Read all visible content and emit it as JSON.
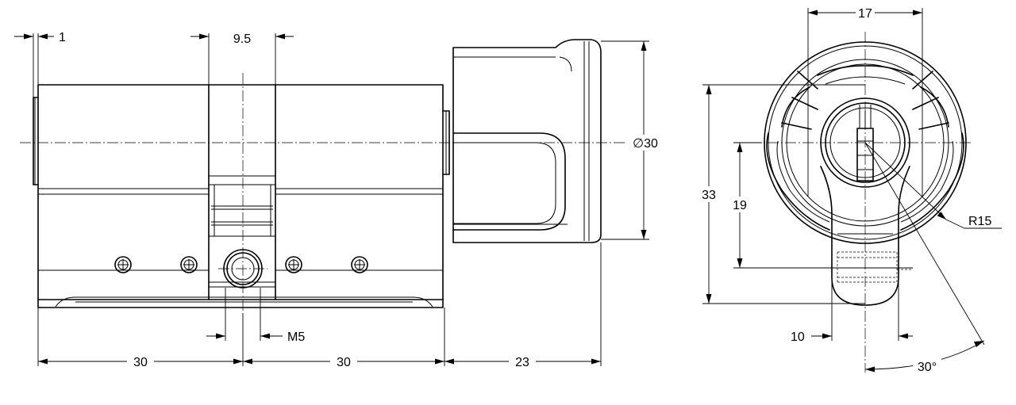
{
  "dimensions": {
    "flange_offset": "1",
    "cam_width": "9.5",
    "diameter": "∅30",
    "screw_thread": "M5",
    "left_half_length": "30",
    "right_half_length": "30",
    "knob_length": "23",
    "top_width": "17",
    "total_height": "33",
    "cam_height": "19",
    "cam_radius": "R15",
    "slot_width": "10",
    "cam_angle": "30°"
  }
}
